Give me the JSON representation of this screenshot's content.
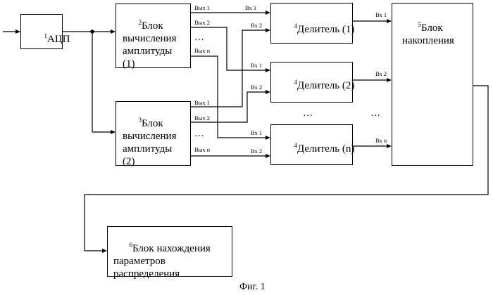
{
  "blocks": {
    "adc": {
      "num": "1",
      "title": "АЦП"
    },
    "amp1": {
      "num": "2",
      "title": "Блок\nвычисления\nамплитуды\n(1)"
    },
    "amp2": {
      "num": "3",
      "title": "Блок\nвычисления\nамплитуды\n(2)"
    },
    "div1": {
      "num": "4",
      "title": "Делитель (1)"
    },
    "div2": {
      "num": "4",
      "title": "Делитель (2)"
    },
    "divn": {
      "num": "4",
      "title": "Делитель (n)"
    },
    "accum": {
      "num": "5",
      "title": "Блок\nнакопления"
    },
    "distrib": {
      "num": "6",
      "title": "Блок нахождения\nпараметров\nраспределения"
    }
  },
  "ports": {
    "out1": "Вых 1",
    "out2": "Вых 2",
    "outn": "Вых n",
    "in1": "Вх 1",
    "in2": "Вх 2",
    "inn": "Вх n"
  },
  "ellipsis": "…",
  "caption": "Фиг. 1"
}
